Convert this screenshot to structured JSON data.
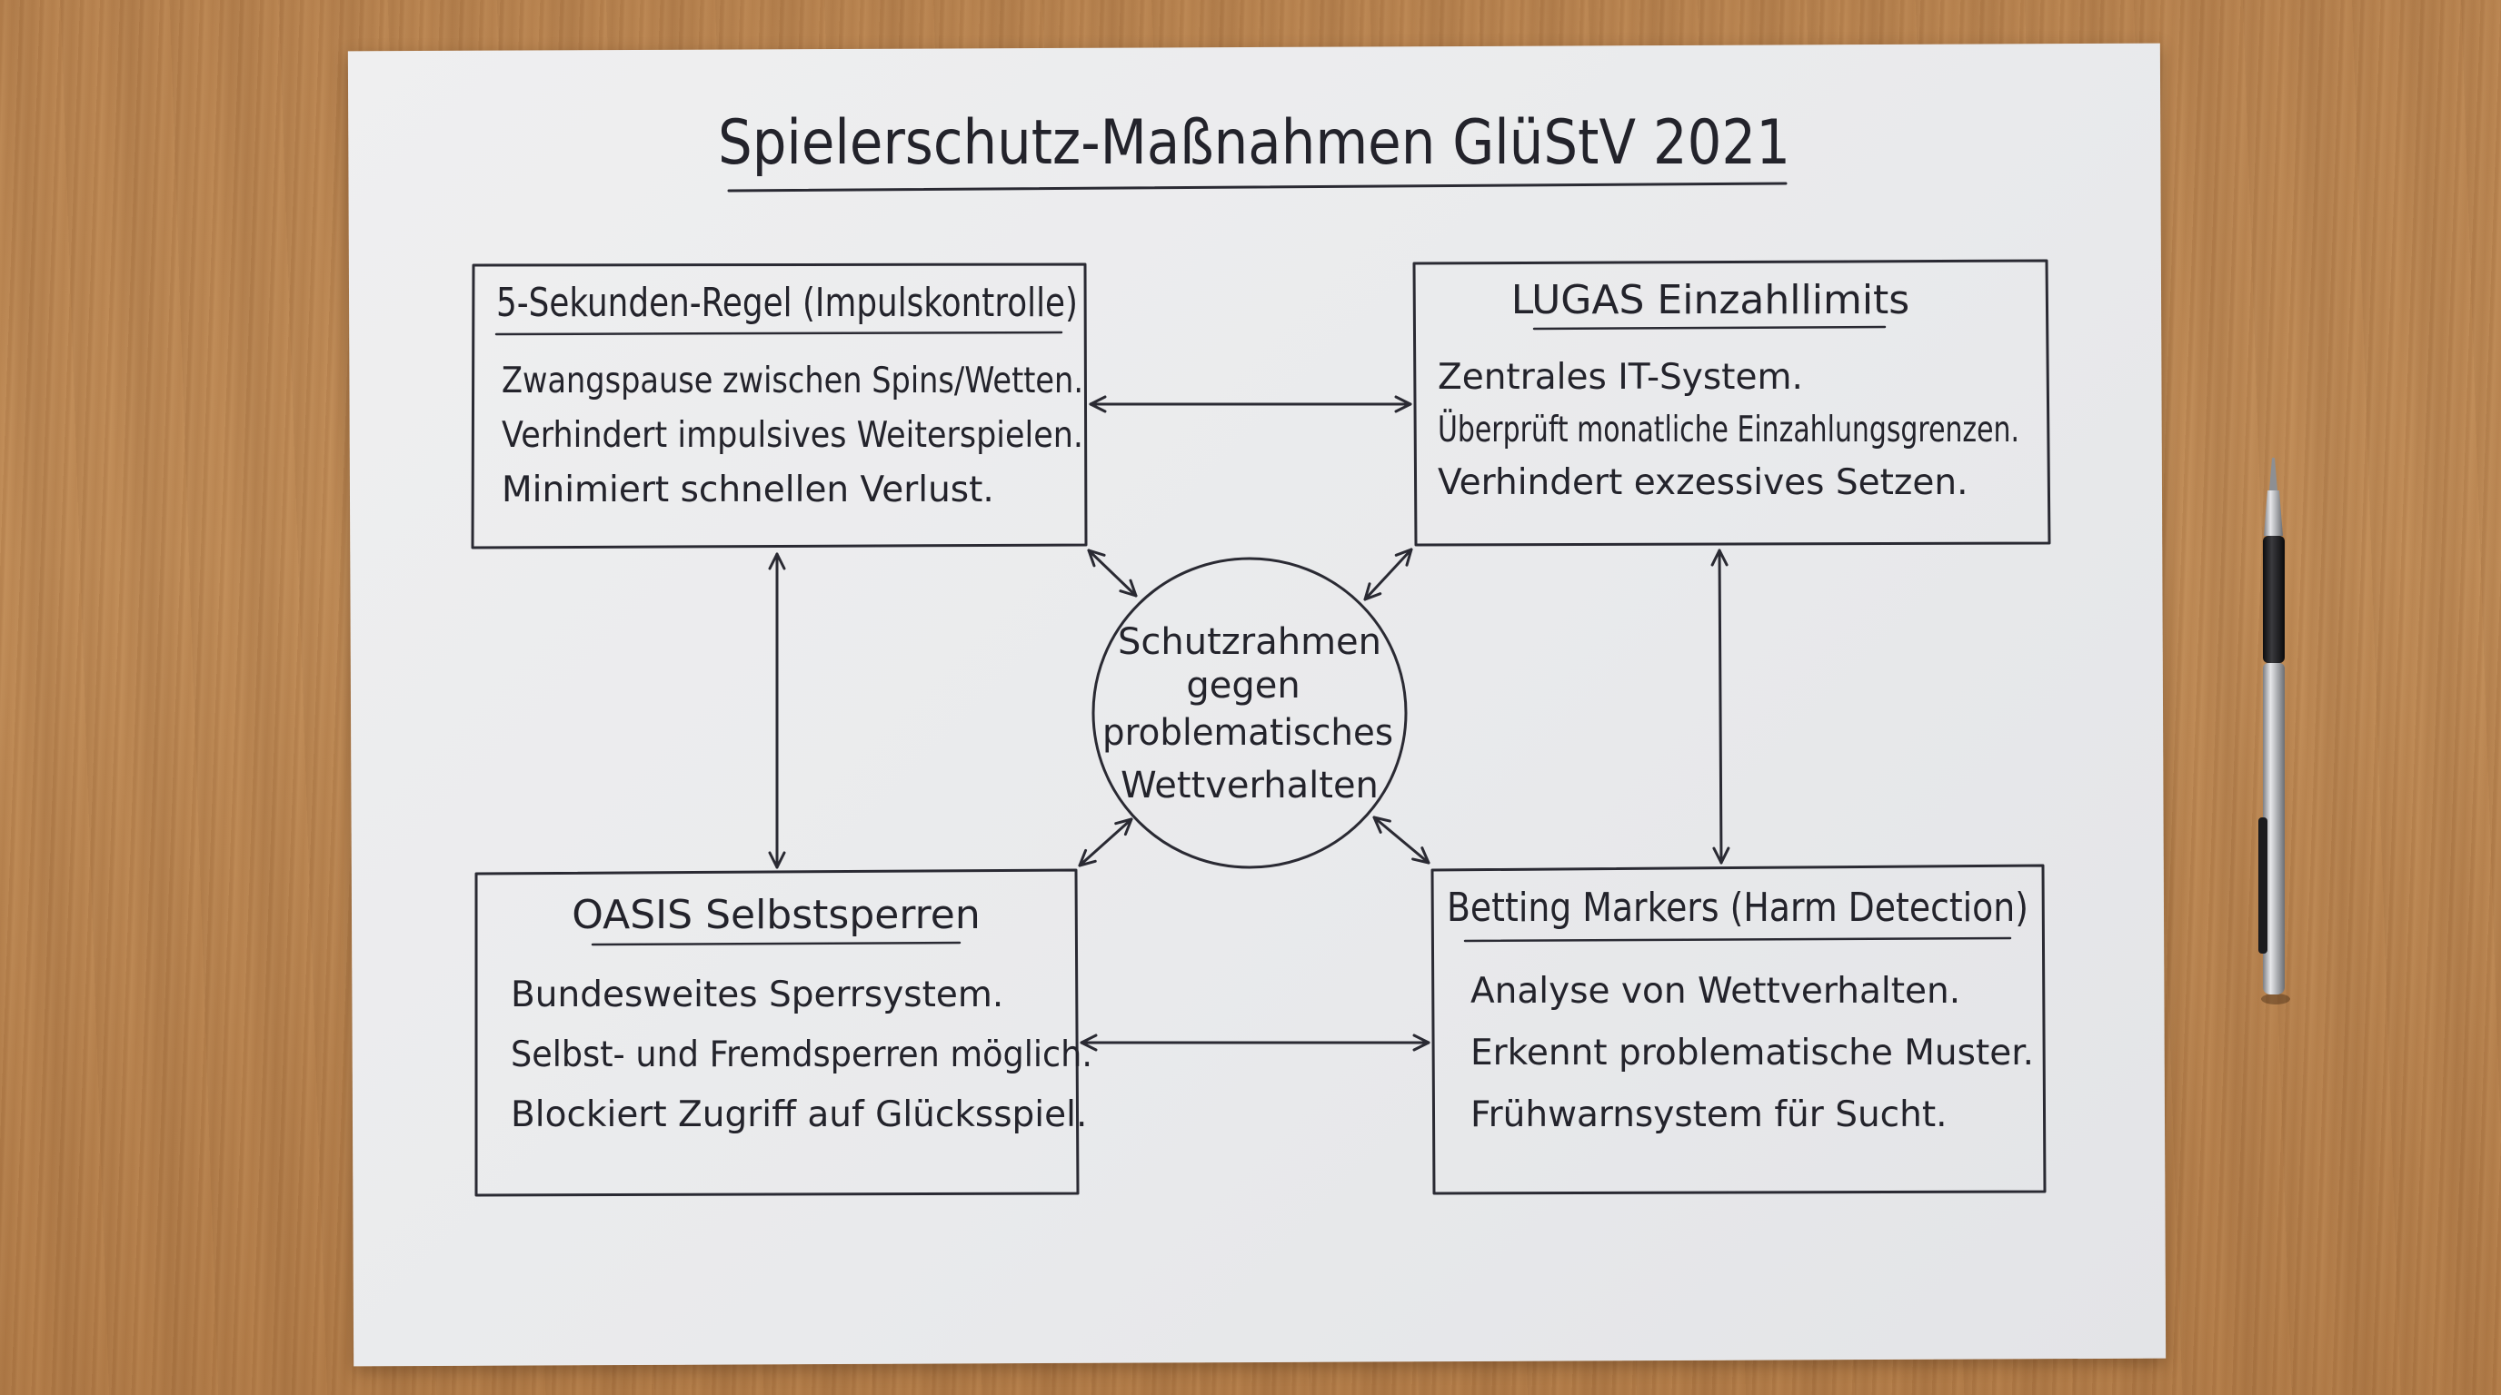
{
  "diagram": {
    "title": "Spielerschutz-Maßnahmen GlüStV 2021",
    "center": {
      "lines": [
        "Schutzrahmen",
        "gegen",
        "problematisches",
        "Wettverhalten"
      ]
    },
    "boxes": [
      {
        "id": "top-left",
        "title": "5-Sekunden-Regel (Impulskontrolle)",
        "lines": [
          "Zwangspause zwischen Spins/Wetten.",
          "Verhindert impulsives Weiterspielen.",
          "Minimiert schnellen Verlust."
        ]
      },
      {
        "id": "top-right",
        "title": "LUGAS Einzahllimits",
        "lines": [
          "Zentrales IT-System.",
          "Überprüft monatliche Einzahlungsgrenzen.",
          "Verhindert exzessives Setzen."
        ]
      },
      {
        "id": "bottom-left",
        "title": "OASIS Selbstsperren",
        "lines": [
          "Bundesweites Sperrsystem.",
          "Selbst- und Fremdsperren möglich.",
          "Blockiert Zugriff auf Glücksspiel."
        ]
      },
      {
        "id": "bottom-right",
        "title": "Betting Markers (Harm Detection)",
        "lines": [
          "Analyse von Wettverhalten.",
          "Erkennt problematische Muster.",
          "Frühwarnsystem für Sucht."
        ]
      }
    ]
  },
  "colors": {
    "ink": "#23232b",
    "paper": "#ebebed",
    "desk": "#b98450"
  },
  "props": {
    "pen": "ballpoint-pen"
  }
}
